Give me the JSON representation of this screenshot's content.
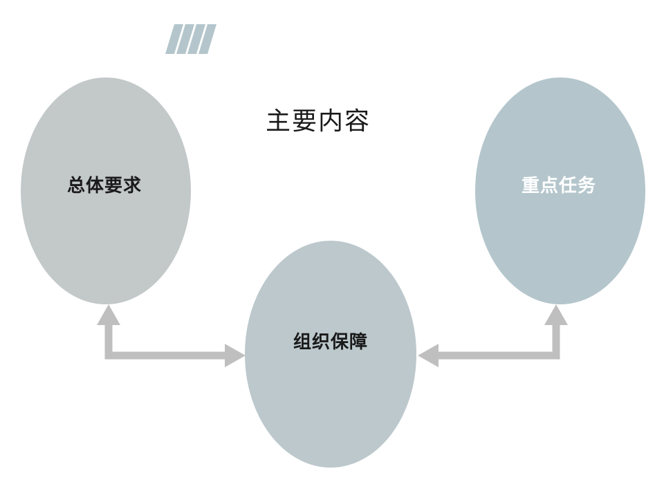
{
  "title": "主要内容",
  "ovals": {
    "left": {
      "label": "总体要求",
      "fill": "#c3c8c9",
      "text_color": "#1a1a1a"
    },
    "center": {
      "label": "组织保障",
      "fill": "#bcc8cc",
      "text_color": "#1a1a1a"
    },
    "right": {
      "label": "重点任务",
      "fill": "#b4c6cc",
      "text_color": "#ffffff"
    }
  },
  "colors": {
    "connector": "#bfbfbf",
    "stripes": "#b4c6cc"
  },
  "decoration": {
    "stripe_count": 4
  }
}
